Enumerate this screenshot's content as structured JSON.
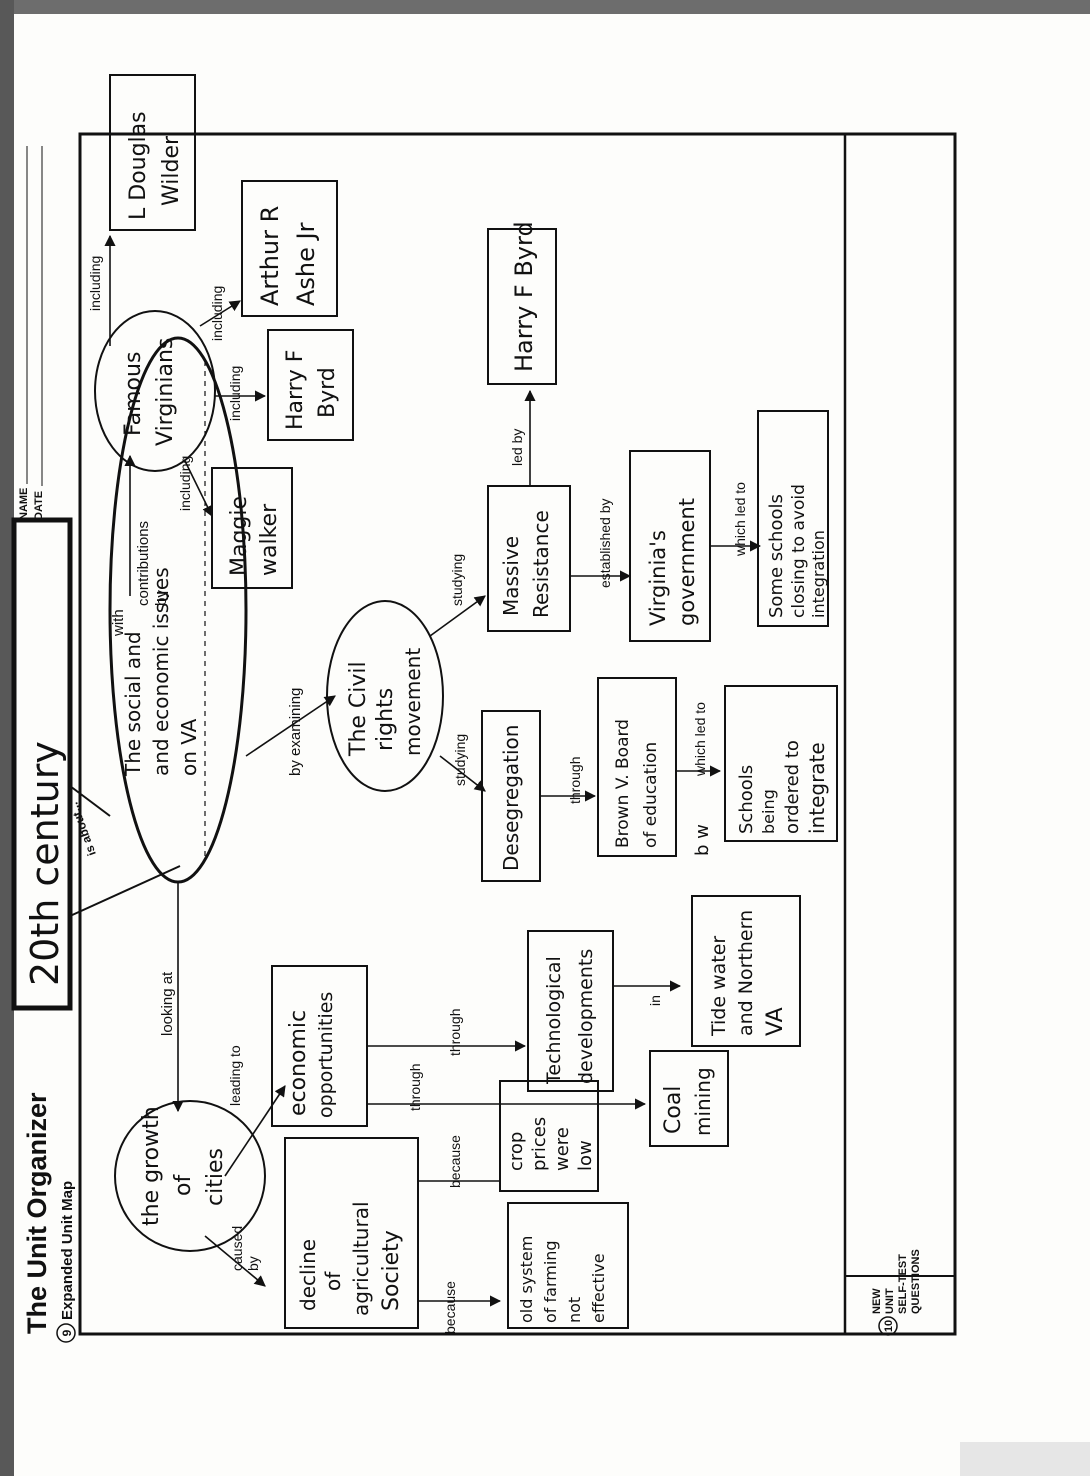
{
  "header": {
    "title": "The Unit Organizer",
    "name_label": "NAME",
    "date_label": "DATE",
    "unit_title": "20th century",
    "map_number": "9",
    "map_label": "Expanded Unit Map",
    "is_about": "is about..."
  },
  "center": {
    "line1": "The social and",
    "line2": "and economic issues",
    "line3": "on VA"
  },
  "nodes": {
    "growth1": "the growth",
    "growth2": "of",
    "growth3": "cities",
    "decline1": "decline",
    "decline2": "of",
    "decline3": "agricultural",
    "decline4": "Society",
    "oldsys1": "old system",
    "oldsys2": "of farming",
    "oldsys3": "not",
    "oldsys4": "effective",
    "crop1": "crop",
    "crop2": "prices",
    "crop3": "were",
    "crop4": "low",
    "econ1": "economic",
    "econ2": "opportunities",
    "coal1": "Coal",
    "coal2": "mining",
    "tech1": "Technological",
    "tech2": "developments",
    "tide1": "Tide water",
    "tide2": "and Northern",
    "tide3": "VA",
    "civil1": "The Civil",
    "civil2": "rights",
    "civil3": "movement",
    "deseg": "Desegregation",
    "brown1": "Brown V. Board",
    "brown2": "of education",
    "bw": "b w",
    "ordered1": "Schools",
    "ordered2": "being",
    "ordered3": "ordered to",
    "ordered4": "integrate",
    "massive1": "Massive",
    "massive2": "Resistance",
    "vagov1": "Virginia's",
    "vagov2": "government",
    "closing1": "Some schools",
    "closing2": "closing to avoid",
    "closing3": "integration",
    "byrd_led": "Harry F Byrd",
    "famous1": "Famous",
    "famous2": "Virginians",
    "maggie1": "Maggie",
    "maggie2": "walker",
    "byrd1": "Harry F",
    "byrd2": "Byrd",
    "ashe1": "Arthur R",
    "ashe2": "Ashe Jr",
    "wilder1": "L Douglas",
    "wilder2": "Wilder"
  },
  "links": {
    "looking_at": "looking at",
    "caused_by1": "caused",
    "caused_by2": "by",
    "leading_to": "leading to",
    "because1": "because",
    "because2": "because",
    "through1": "through",
    "through2": "through",
    "in": "in",
    "by_examining": "by examining",
    "studying1": "studying",
    "studying2": "studying",
    "through3": "through",
    "which_led_to1": "which led to",
    "established_by": "established by",
    "which_led_to2": "which led to",
    "led_by": "led by",
    "with": "with",
    "contributions": "contributions",
    "by": "by",
    "including1": "including",
    "including2": "including",
    "including3": "including",
    "including4": "including"
  },
  "footer": {
    "number": "10",
    "line1": "NEW",
    "line2": "UNIT",
    "line3": "SELF-TEST",
    "line4": "QUESTIONS"
  }
}
